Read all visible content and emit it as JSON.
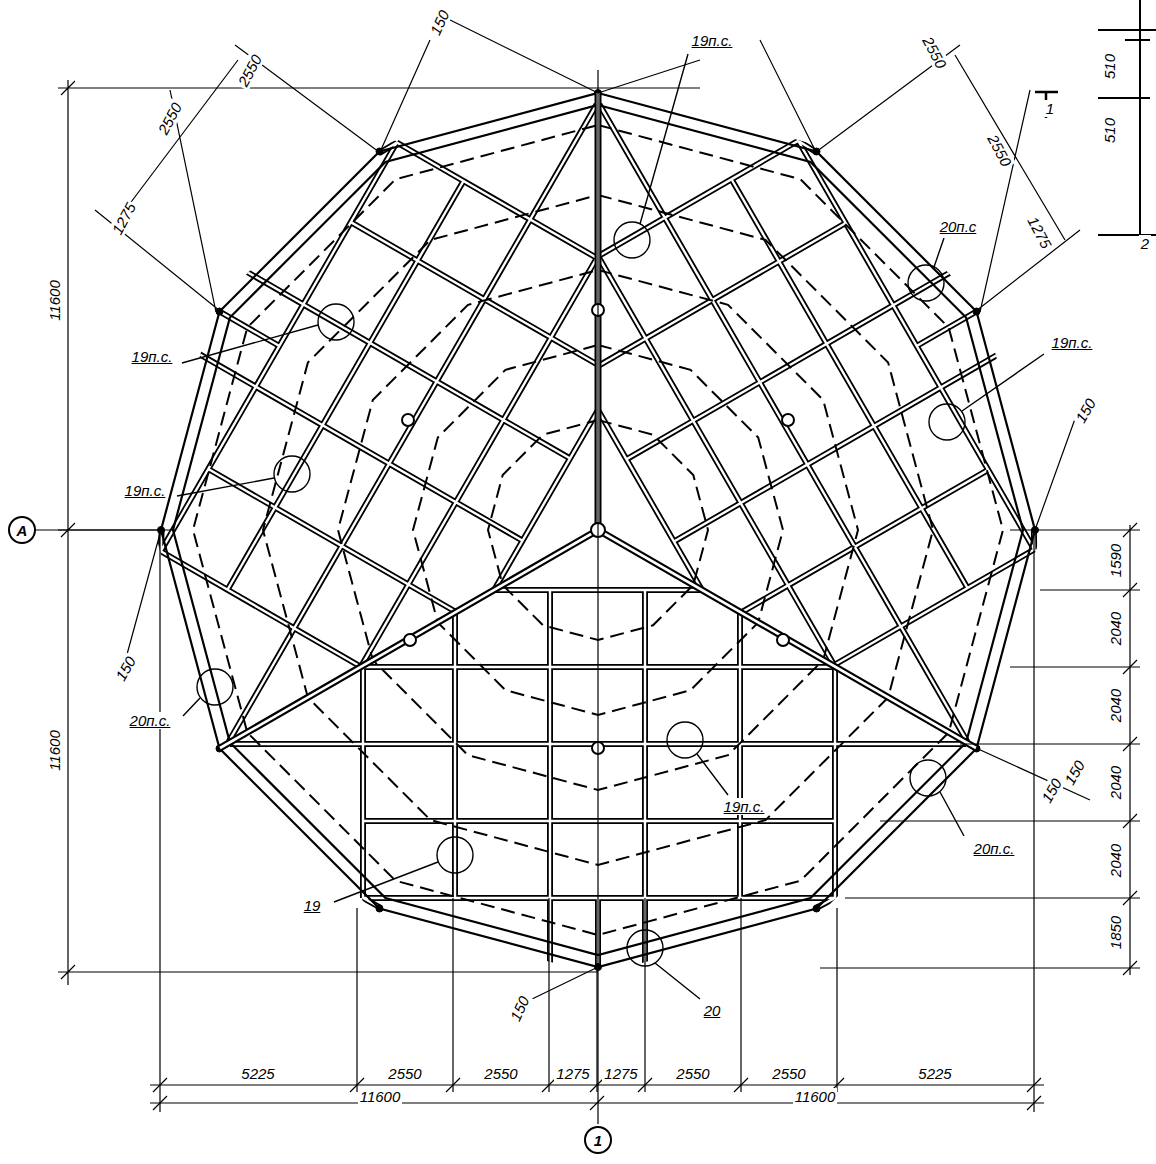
{
  "diagram": {
    "nodes": [
      {
        "text": [
          "A"
        ]
      },
      {
        "text": [
          "1"
        ]
      }
    ],
    "labels": [
      "150",
      "19п.с.",
      "2550",
      "2550",
      "1275",
      "2550",
      "2550",
      "1275",
      "510",
      "510",
      "1",
      "2",
      "11600",
      "11600",
      "20п.с",
      "19п.с.",
      "19п.с.",
      "150",
      "19п.с.",
      "150",
      "1590",
      "2040",
      "2040",
      "2040",
      "2040",
      "1850",
      "20п.с.",
      "150",
      "150",
      "19п.с.",
      "20п.с.",
      "19",
      "150",
      "20",
      "5225",
      "2550",
      "2550",
      "1275",
      "1275",
      "2550",
      "2550",
      "5225",
      "11600",
      "11600"
    ]
  }
}
